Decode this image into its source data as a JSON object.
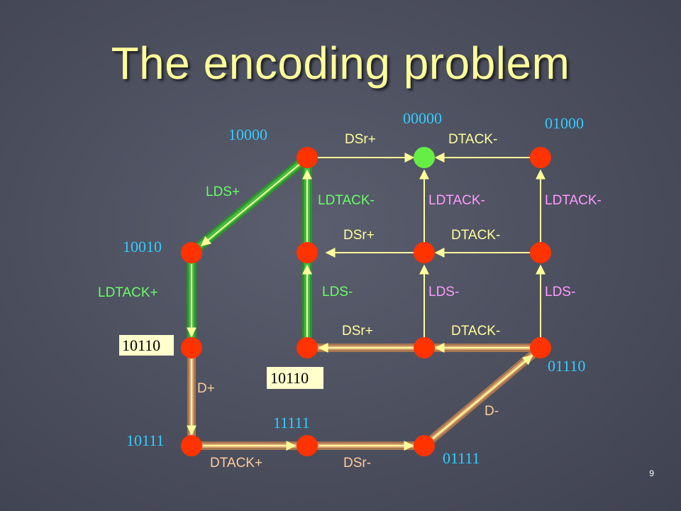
{
  "title": "The encoding problem",
  "page_number": "9",
  "state_codes": {
    "top_mid": "00000",
    "top_right": "01000",
    "top_left": "10000",
    "left_upper": "10010",
    "left_mid": "10110",
    "center_bottom": "10110",
    "right_bottom": "01110",
    "bottom_left": "10111",
    "bottom_mid": "11111",
    "bottom_right": "01111"
  },
  "transition_labels": {
    "top_dsr": "DSr+",
    "top_dtack": "DTACK-",
    "lds_plus": "LDS+",
    "ldtack_minus_1": "LDTACK-",
    "ldtack_minus_2": "LDTACK-",
    "ldtack_minus_3": "LDTACK-",
    "mid_dsr": "DSr+",
    "mid_dtack": "DTACK-",
    "ldtack_plus": "LDTACK+",
    "lds_minus_1": "LDS-",
    "lds_minus_2": "LDS-",
    "lds_minus_3": "LDS-",
    "low_dsr": "DSr+",
    "low_dtack": "DTACK-",
    "d_plus": "D+",
    "d_minus": "D-",
    "dtack_plus": "DTACK+",
    "dsr_minus": "DSr-"
  },
  "colors": {
    "title": "#ffff99",
    "state_code": "#33ccff",
    "node_fill": "#ff3300",
    "initial_node_fill": "#66ee44",
    "arc_yellow": "#ffff99",
    "path_green": "#33aa33",
    "path_orange": "#cc9966",
    "label_green": "#66ff66",
    "label_pink": "#ff99ff"
  }
}
